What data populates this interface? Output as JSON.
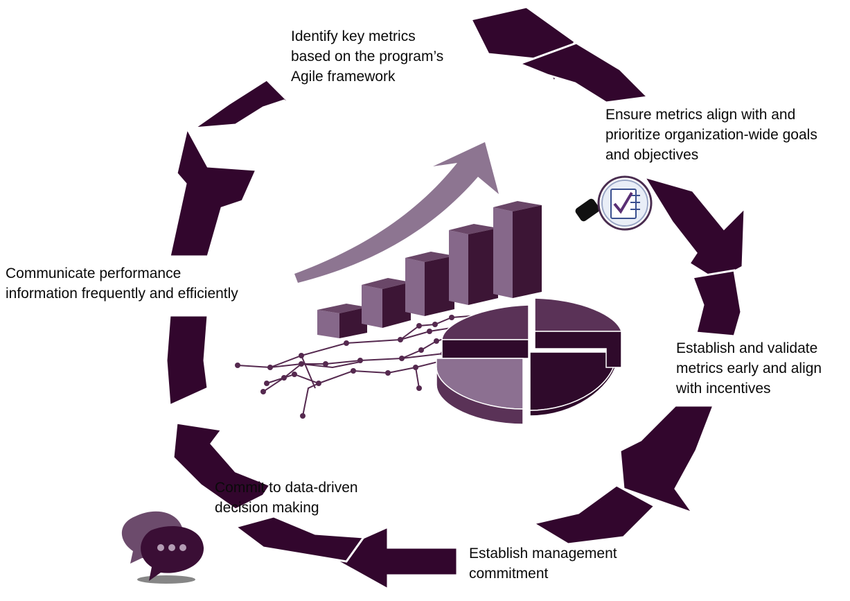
{
  "colors": {
    "arrow": "#32062d",
    "bar_front": "#86688a",
    "bar_top": "#6a4768",
    "bar_side": "#3c1535",
    "trend_arrow": "#8d7591",
    "pie_dark": "#2f0a2b",
    "pie_mid": "#5a3257",
    "pie_light": "#8c7091",
    "network": "#55294f"
  },
  "steps": [
    {
      "id": "identify",
      "lines": [
        "Identify key metrics",
        "based on the program’s",
        "Agile framework"
      ]
    },
    {
      "id": "ensure",
      "lines": [
        "Ensure metrics align with and",
        "prioritize organization-wide goals",
        "and objectives"
      ]
    },
    {
      "id": "establish-validate",
      "lines": [
        "Establish and validate",
        "metrics early and align",
        "with incentives"
      ]
    },
    {
      "id": "establish-management",
      "lines": [
        "Establish management",
        "commitment"
      ]
    },
    {
      "id": "commit",
      "lines": [
        "Commit to data-driven",
        "decision making"
      ]
    },
    {
      "id": "communicate",
      "lines": [
        "Communicate performance",
        "information frequently and efficiently"
      ]
    }
  ],
  "icons": {
    "magnifier": "magnifier-checklist-icon",
    "chat": "chat-bubbles-icon"
  }
}
